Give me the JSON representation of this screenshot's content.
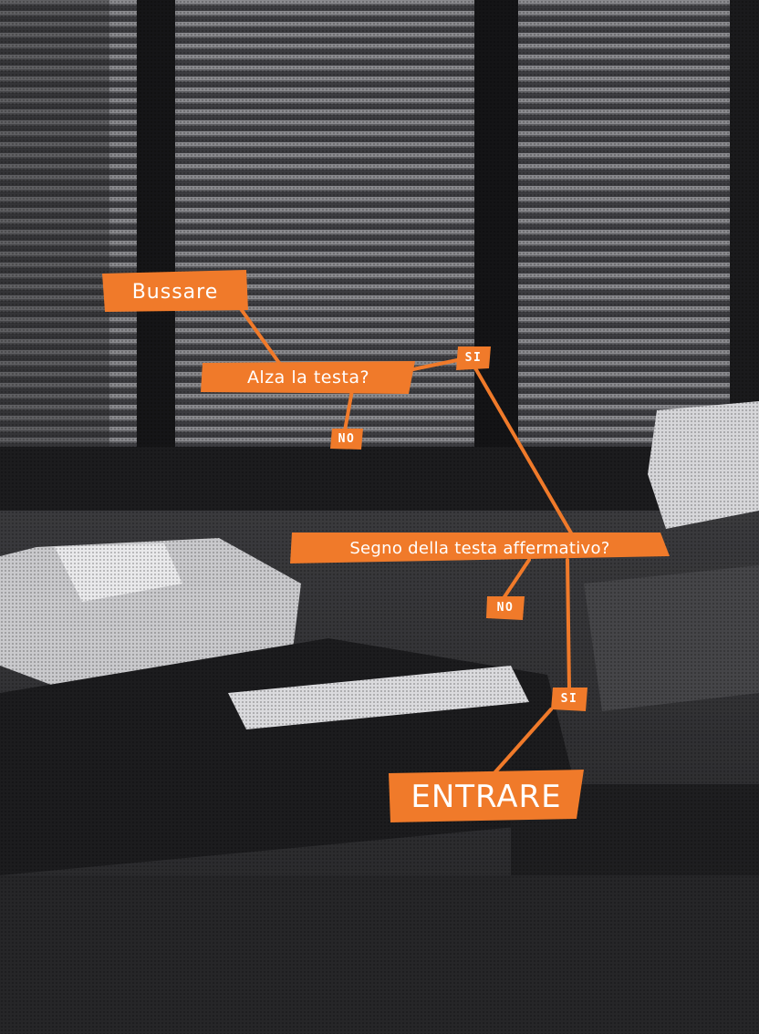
{
  "accent_color": "#f07a2a",
  "background_scene": "halftone black-and-white photo of office desks with typewriters and venetian blinds",
  "nodes": {
    "bussare": "Bussare",
    "alza_la_testa": "Alza la testa?",
    "segno_della_testa": "Segno della testa affermativo?",
    "entrare": "ENTRARE"
  },
  "branches": {
    "alza_si": "SI",
    "alza_no": "NO",
    "segno_no": "NO",
    "segno_si": "SI"
  }
}
